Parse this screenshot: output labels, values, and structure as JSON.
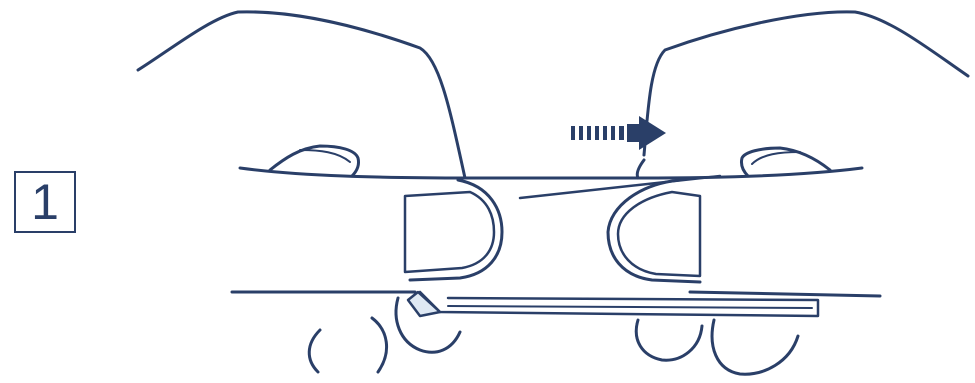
{
  "step": {
    "number": "1"
  },
  "colors": {
    "stroke": "#2a3f68",
    "fill_highlight": "#dfe9f4",
    "background": "#ffffff"
  },
  "illustration": {
    "subject": "two-hands-sliding-card",
    "arrow_direction": "right"
  }
}
